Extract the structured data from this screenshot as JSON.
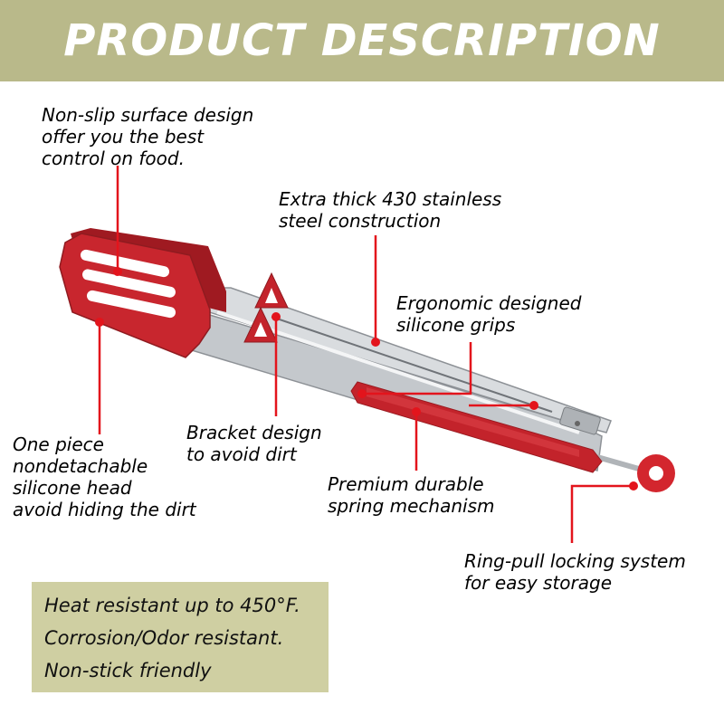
{
  "header": {
    "title": "PRODUCT DESCRIPTION",
    "background_color": "#b9b98a"
  },
  "colors": {
    "accent_red": "#e3141c",
    "silicone_red": "#c3232b",
    "steel": "#cfd2d5",
    "features_box": "#cfcfa2"
  },
  "callouts": {
    "non_slip": "Non-slip surface design\noffer you the best\ncontrol on food.",
    "steel": "Extra thick 430 stainless\nsteel construction",
    "grips": "Ergonomic designed\nsilicone grips",
    "bracket": "Bracket design\nto avoid dirt",
    "one_piece": "One piece\nnondetachable\nsilicone head\navoid hiding the dirt",
    "spring": "Premium durable\nspring mechanism",
    "ring": "Ring-pull locking system\nfor easy storage"
  },
  "features": {
    "heat": "Heat resistant up to 450°F.",
    "corrosion": "Corrosion/Odor resistant.",
    "nonstick": "Non-stick friendly"
  }
}
